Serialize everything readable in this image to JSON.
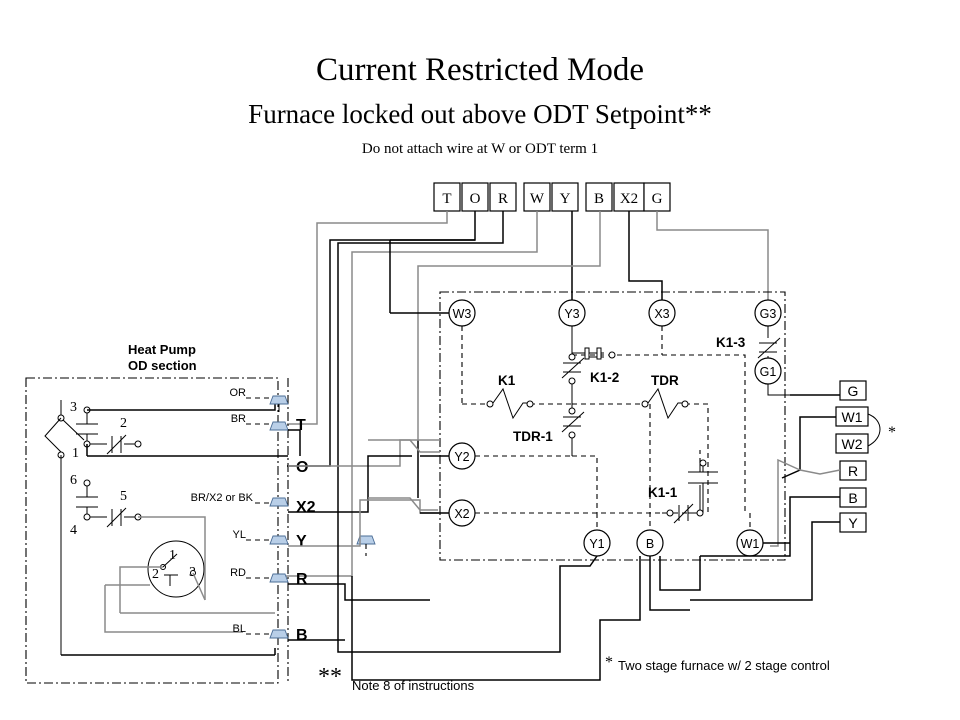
{
  "title": {
    "line1": "Current Restricted Mode",
    "line2": "Furnace locked out above ODT Setpoint**",
    "line3": "Do not attach wire at W or ODT term 1"
  },
  "thermostat_strip": {
    "name": "thermostat-terminal-strip",
    "terminals": [
      "T",
      "O",
      "R",
      "W",
      "Y",
      "B",
      "X2",
      "G"
    ]
  },
  "control_box": {
    "name": "outdoor-thermostat-control-board",
    "top_nodes": [
      "W3",
      "Y3",
      "X3",
      "G3"
    ],
    "left_nodes": [
      "Y2",
      "X2"
    ],
    "bottom_nodes": [
      "Y1",
      "B",
      "W1"
    ],
    "aux_node": "G1",
    "components": [
      {
        "label": "K1",
        "type": "relay-coil"
      },
      {
        "label": "K1-2",
        "type": "nc-contact"
      },
      {
        "label": "K1-3",
        "type": "nc-contact"
      },
      {
        "label": "K1-1",
        "type": "nc-contact"
      },
      {
        "label": "TDR",
        "type": "relay-coil"
      },
      {
        "label": "TDR-1",
        "type": "nc-contact"
      }
    ]
  },
  "heat_pump": {
    "name": "heat-pump-od-section",
    "label_line1": "Heat Pump",
    "label_line2": "OD section",
    "switch_numbers": [
      "3",
      "2",
      "1",
      "6",
      "5",
      "4"
    ],
    "rotary_numbers": [
      "1",
      "2",
      "3"
    ],
    "wire_labels": [
      "OR",
      "BR",
      "BR/X2 or BK",
      "YL",
      "RD",
      "BL"
    ],
    "terminals": [
      "T",
      "O",
      "X2",
      "Y",
      "R",
      "B"
    ]
  },
  "furnace_terminals": {
    "name": "furnace-control-terminals",
    "items": [
      "G",
      "W1",
      "W2",
      "R",
      "B",
      "Y"
    ],
    "jumper_mark": "*"
  },
  "footnotes": {
    "double_star_symbol": "**",
    "double_star_text": "Note 8 of instructions",
    "single_star_symbol": "*",
    "single_star_text": "Two stage furnace w/ 2 stage control"
  },
  "colors": {
    "ink": "#000000",
    "gray_wire": "#8a8a8a",
    "wire_nut": "#b9cfe8"
  }
}
